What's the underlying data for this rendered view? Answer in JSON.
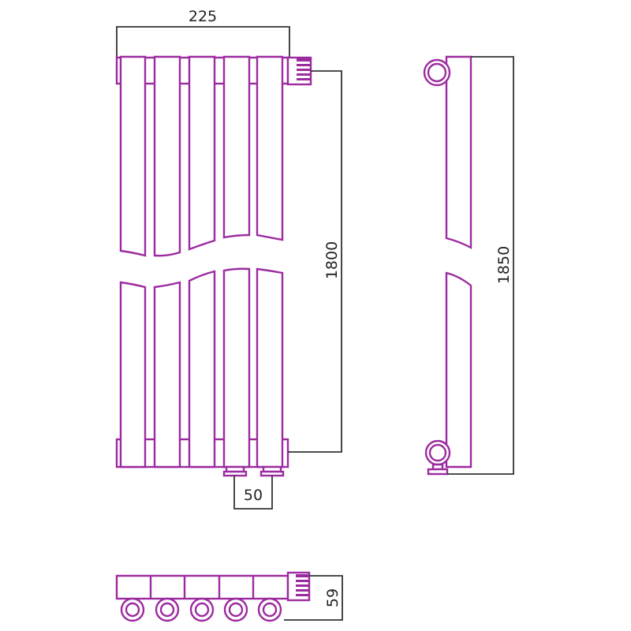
{
  "dimensions": {
    "width": "225",
    "height_connection": "1800",
    "height_total": "1850",
    "connection_spacing": "50",
    "depth": "59"
  },
  "colors": {
    "outline": "#9c2aa0",
    "dimension_line": "#333333"
  }
}
